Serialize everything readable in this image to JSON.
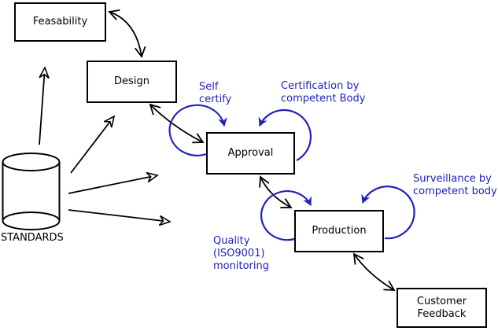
{
  "colors": {
    "background": "#ffffff",
    "line": "#000000",
    "accent_blue": "#2222bb"
  },
  "nodes": {
    "feasability": {
      "label": "Feasability"
    },
    "design": {
      "label": "Design"
    },
    "approval": {
      "label": "Approval"
    },
    "production": {
      "label": "Production"
    },
    "customer_feedback": {
      "label": "Customer Feedback"
    }
  },
  "datastore": {
    "label": "STANDARDS"
  },
  "annotations": {
    "self_certify": {
      "text": "Self certify"
    },
    "certification": {
      "text": "Certification by competent Body"
    },
    "surveillance": {
      "text": "Surveillance by competent body"
    },
    "quality_monitoring": {
      "text": "Quality (ISO9001) monitoring"
    }
  }
}
